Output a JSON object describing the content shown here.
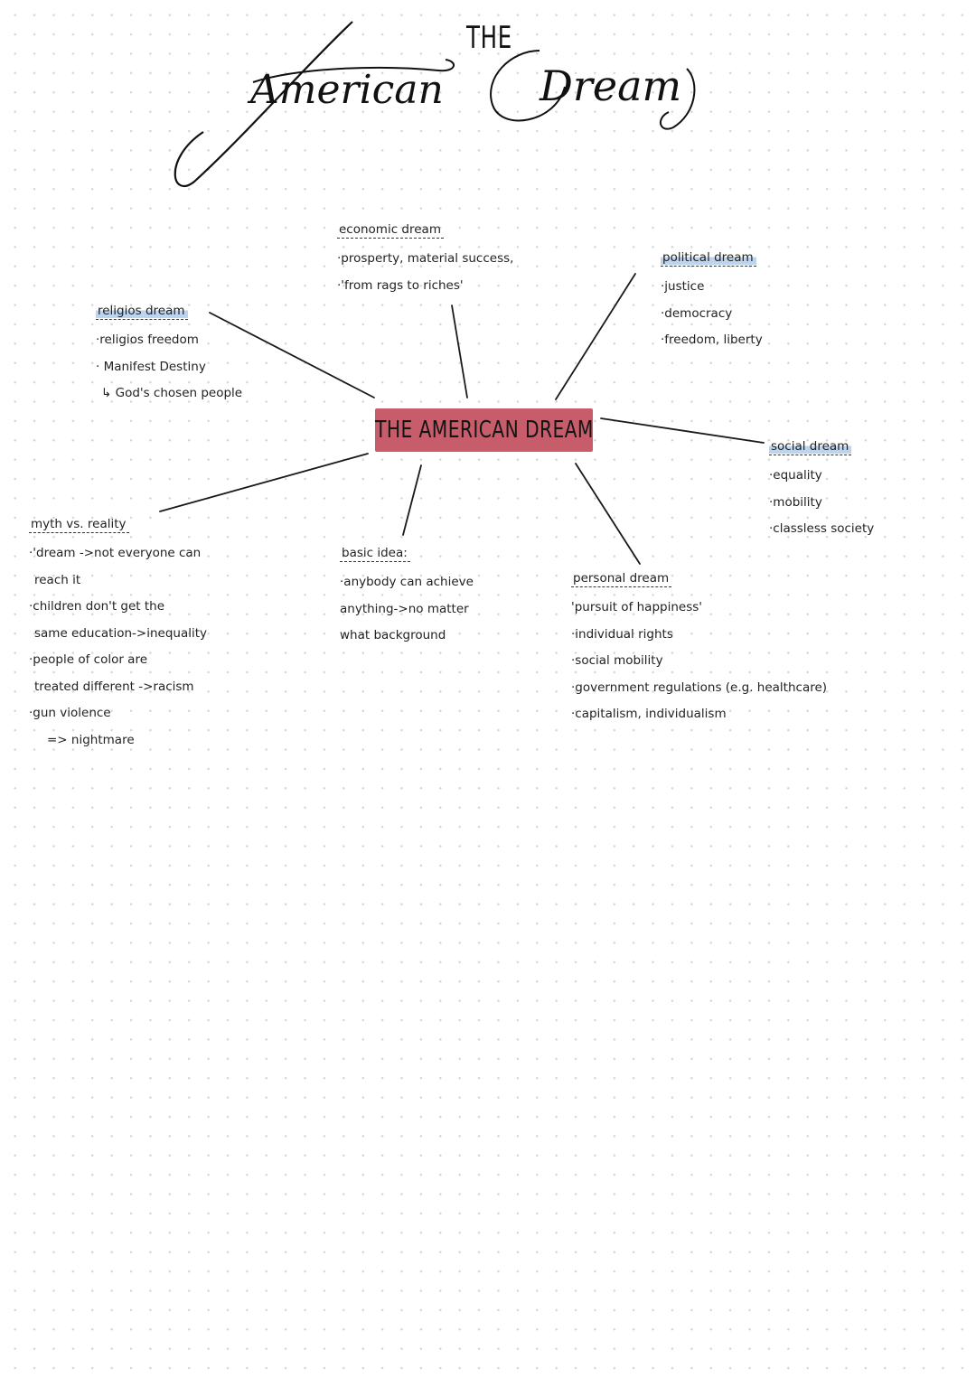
{
  "title": {
    "the": "THE",
    "american": "American",
    "dream": "Dream"
  },
  "center": {
    "label": "THE AMERICAN DREAM",
    "color": "#c75d6b"
  },
  "highlight_color": "#bcd4ee",
  "nodes": {
    "economic": {
      "title": "economic dream",
      "items": [
        "·prosperty, material success,",
        "·'from rags to riches'"
      ]
    },
    "political": {
      "title": "political dream",
      "items": [
        "·justice",
        "·democracy",
        "·freedom, liberty"
      ]
    },
    "religious": {
      "title": "religios dream",
      "items": [
        "·religios freedom",
        "· Manifest Destiny",
        "↳ God's chosen people"
      ]
    },
    "social": {
      "title": "social dream",
      "items": [
        "·equality",
        "·mobility",
        "·classless society"
      ]
    },
    "myth": {
      "title": "myth vs. reality",
      "items": [
        "·'dream ->not everyone can",
        "reach it",
        "·children don't get the",
        "same education->inequality",
        "·people of color are",
        "treated different ->racism",
        "·gun violence",
        "=> nightmare"
      ]
    },
    "basic": {
      "title": "basic idea:",
      "items": [
        "·anybody can achieve",
        "anything->no matter",
        "what background"
      ]
    },
    "personal": {
      "title": "personal dream",
      "items": [
        "'pursuit of happiness'",
        "·individual rights",
        "·social mobility",
        "·government regulations (e.g. healthcare)",
        "·capitalism, individualism"
      ]
    }
  }
}
